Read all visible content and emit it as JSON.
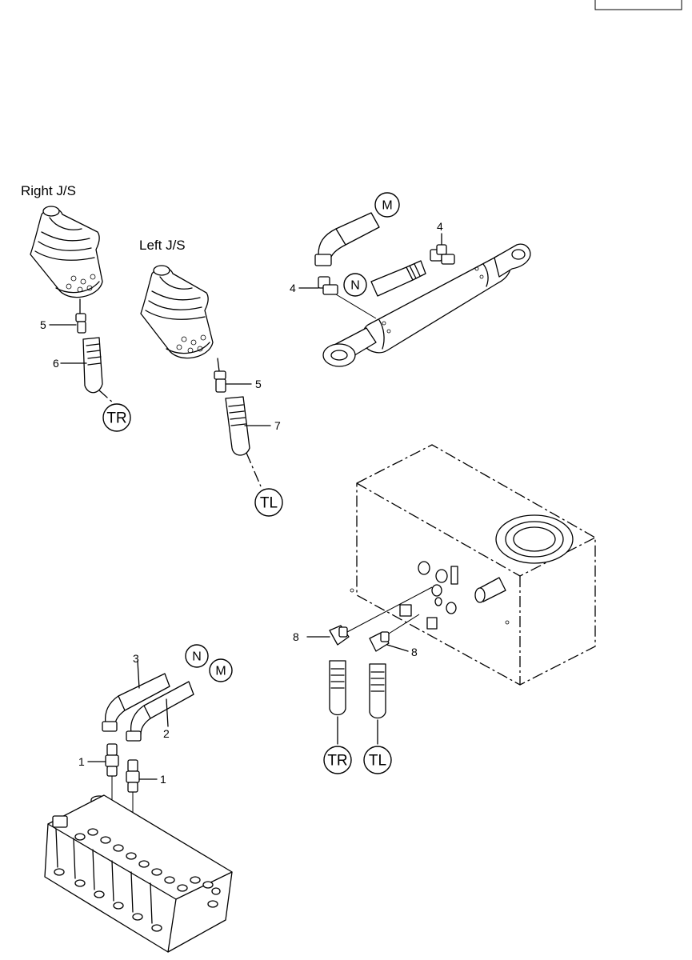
{
  "joysticks": {
    "right_label": "Right J/S",
    "left_label": "Left J/S"
  },
  "callouts": {
    "c1a": "1",
    "c1b": "1",
    "c2": "2",
    "c3": "3",
    "c4a": "4",
    "c4b": "4",
    "c5a": "5",
    "c5b": "5",
    "c6": "6",
    "c7": "7",
    "c8a": "8",
    "c8b": "8"
  },
  "connectors": {
    "tr_right_js": "TR",
    "tl_left_js": "TL",
    "m_cylinder": "M",
    "n_cylinder": "N",
    "n_valve": "N",
    "m_valve": "M",
    "tr_tank": "TR",
    "tl_tank": "TL"
  }
}
